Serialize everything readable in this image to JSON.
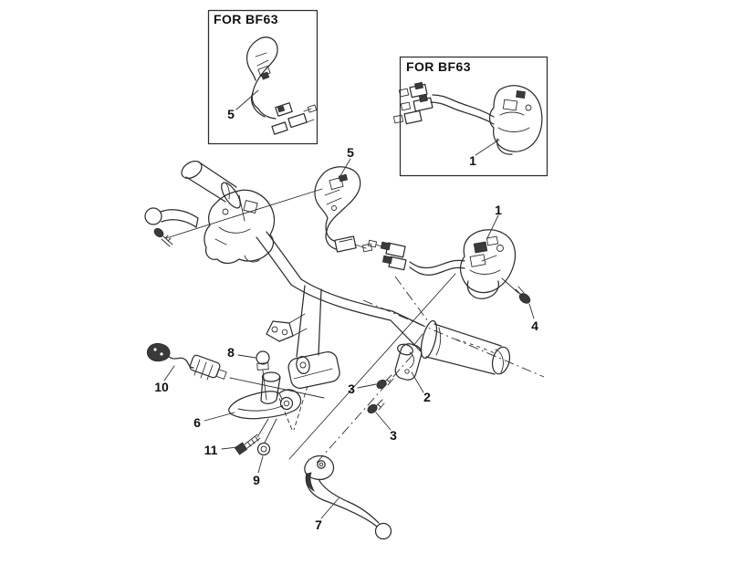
{
  "page": {
    "background": "#ffffff",
    "line_color": "#2e2e2e",
    "label_color": "#111111",
    "dark_fill": "#3a3a3a"
  },
  "insets": {
    "left": {
      "label": "FOR BF63"
    },
    "right": {
      "label": "FOR BF63"
    }
  },
  "callouts": {
    "inset_left_5": "5",
    "inset_right_1": "1",
    "main_5": "5",
    "main_1": "1",
    "part_2": "2",
    "part_3_upper": "3",
    "part_3_lower": "3",
    "part_4": "4",
    "part_6": "6",
    "part_7": "7",
    "part_8": "8",
    "part_9": "9",
    "part_10": "10",
    "part_11": "11"
  }
}
